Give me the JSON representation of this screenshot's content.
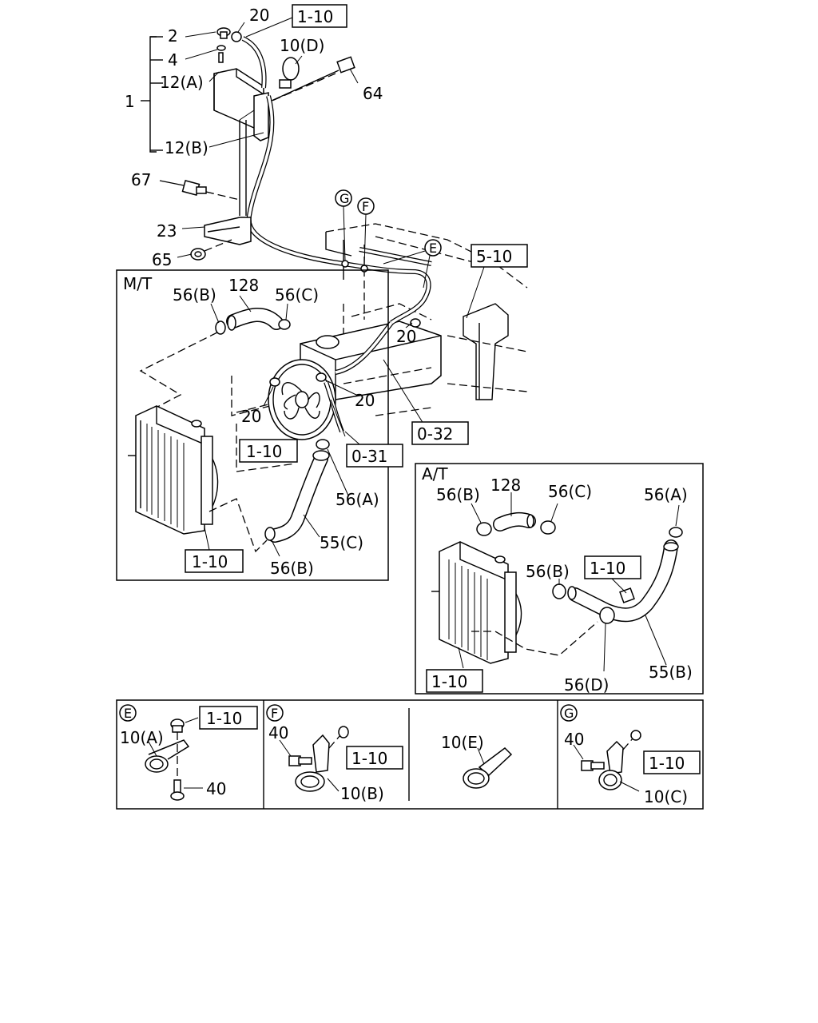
{
  "refs": {
    "r1_10": "1-10",
    "r5_10": "5-10",
    "r0_32": "0-32",
    "r0_31": "0-31"
  },
  "labels": {
    "l20": "20",
    "l2": "2",
    "l4": "4",
    "l12a": "12(A)",
    "l1": "1",
    "l12b": "12(B)",
    "l10d": "10(D)",
    "l64": "64",
    "l67": "67",
    "l23": "23",
    "l65": "65",
    "l128": "128",
    "l56a": "56(A)",
    "l56b": "56(B)",
    "l56c": "56(C)",
    "l56d": "56(D)",
    "l55b": "55(B)",
    "l55c": "55(C)",
    "l10a": "10(A)",
    "l10b": "10(B)",
    "l10c": "10(C)",
    "l10e": "10(E)",
    "l40": "40"
  },
  "callouts": {
    "E": "E",
    "F": "F",
    "G": "G"
  },
  "sections": {
    "mt": "M/T",
    "at": "A/T"
  }
}
